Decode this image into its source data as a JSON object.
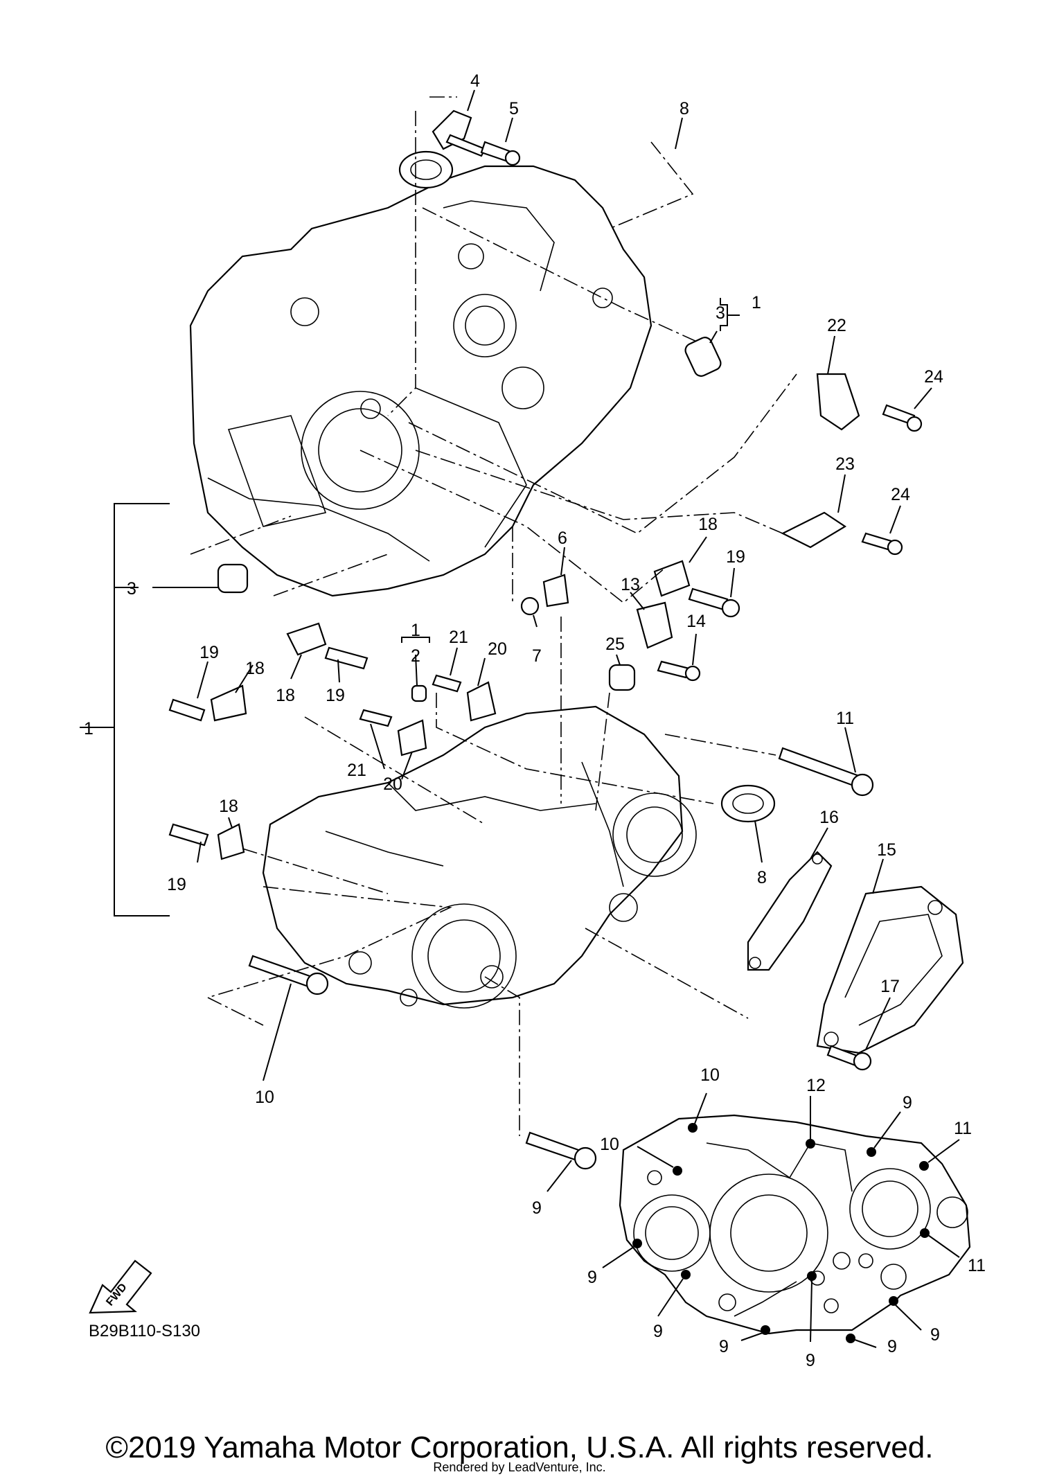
{
  "diagram_code": "B29B110-S130",
  "fwd_label": "FWD",
  "footer": {
    "copyright": "©2019 Yamaha Motor Corporation, U.S.A. All rights reserved.",
    "rendered_by": "Rendered by LeadVenture, Inc."
  },
  "callouts": [
    "1",
    "1",
    "1",
    "2",
    "3",
    "3",
    "4",
    "5",
    "6",
    "7",
    "8",
    "8",
    "9",
    "9",
    "9",
    "9",
    "9",
    "9",
    "9",
    "9",
    "10",
    "10",
    "10",
    "11",
    "11",
    "11",
    "12",
    "13",
    "14",
    "15",
    "16",
    "17",
    "18",
    "18",
    "18",
    "18",
    "19",
    "19",
    "19",
    "19",
    "20",
    "20",
    "21",
    "21",
    "22",
    "23",
    "24",
    "24",
    "25"
  ]
}
